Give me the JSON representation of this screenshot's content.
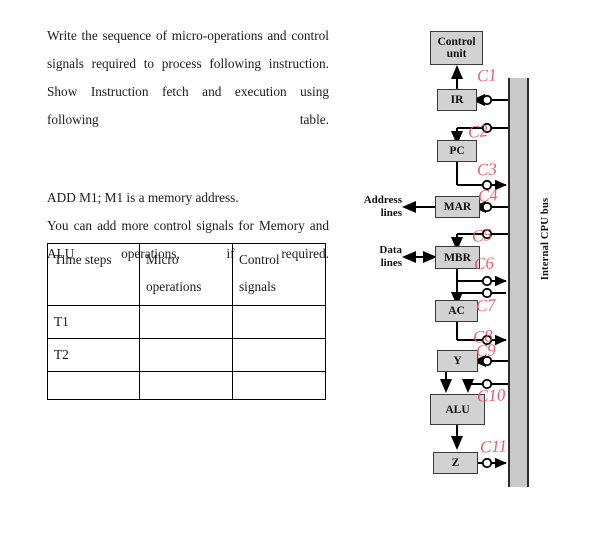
{
  "document": {
    "paragraphs": [
      "Write the sequence of micro-operations and control signals required to process following instruction. Show Instruction fetch and execution using following table.",
      "ADD M1; M1 is a memory address.",
      "You can add more control signals for Memory and ALU operations, if required."
    ],
    "table": {
      "headers": [
        "Time steps",
        "Micro operations",
        "Control signals"
      ],
      "header_lines": [
        [
          "Time steps",
          ""
        ],
        [
          "Micro",
          "operations"
        ],
        [
          "Control",
          "signals"
        ]
      ],
      "rows": [
        [
          "T1",
          "",
          ""
        ],
        [
          "T2",
          "",
          ""
        ],
        [
          "",
          "",
          ""
        ]
      ]
    }
  },
  "diagram": {
    "title": "internal-cpu-organization",
    "bus_label": "Internal CPU bus",
    "side_labels": [
      {
        "line1": "Address",
        "line2": "lines"
      },
      {
        "line1": "Data",
        "line2": "lines"
      }
    ],
    "blocks": [
      {
        "id": "control-unit",
        "label_line1": "Control",
        "label_line2": "unit"
      },
      {
        "id": "ir",
        "label": "IR"
      },
      {
        "id": "pc",
        "label": "PC"
      },
      {
        "id": "mar",
        "label": "MAR"
      },
      {
        "id": "mbr",
        "label": "MBR"
      },
      {
        "id": "ac",
        "label": "AC"
      },
      {
        "id": "y",
        "label": "Y"
      },
      {
        "id": "alu",
        "label": "ALU"
      },
      {
        "id": "z",
        "label": "Z"
      }
    ],
    "annotations": [
      {
        "id": "c1",
        "text": "C1"
      },
      {
        "id": "c2",
        "text": "C2"
      },
      {
        "id": "c3",
        "text": "C3"
      },
      {
        "id": "c4",
        "text": "C4"
      },
      {
        "id": "c5",
        "text": "C5"
      },
      {
        "id": "c6",
        "text": "C6"
      },
      {
        "id": "c7",
        "text": "C7"
      },
      {
        "id": "c8",
        "text": "C8"
      },
      {
        "id": "c9",
        "text": "C9"
      },
      {
        "id": "c10",
        "text": "C10"
      },
      {
        "id": "c11",
        "text": "C11"
      }
    ],
    "colors": {
      "block_fill": "#d2d2d2",
      "block_stroke": "#3a3a3a",
      "bus_fill": "#c9c9c9",
      "annotation": "#e0555f",
      "line": "#000000"
    }
  }
}
